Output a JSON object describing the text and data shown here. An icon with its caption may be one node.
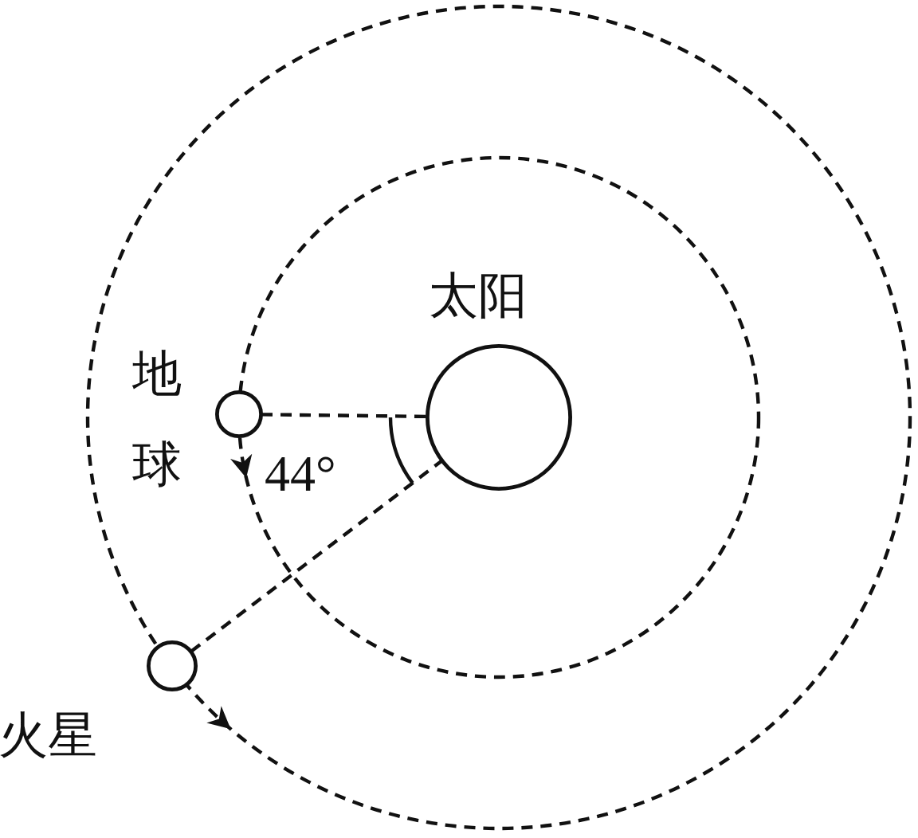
{
  "diagram": {
    "nodes": [
      {
        "text": [
          "太阳"
        ]
      },
      {
        "text": [
          "地球"
        ]
      },
      {
        "text": [
          "火星"
        ]
      }
    ],
    "edges": [
      {
        "from": 1,
        "to": 0,
        "arrow": "none",
        "style": "dashed"
      },
      {
        "from": 2,
        "to": 0,
        "arrow": "none",
        "style": "dashed"
      }
    ],
    "labels": [
      "44°"
    ]
  }
}
